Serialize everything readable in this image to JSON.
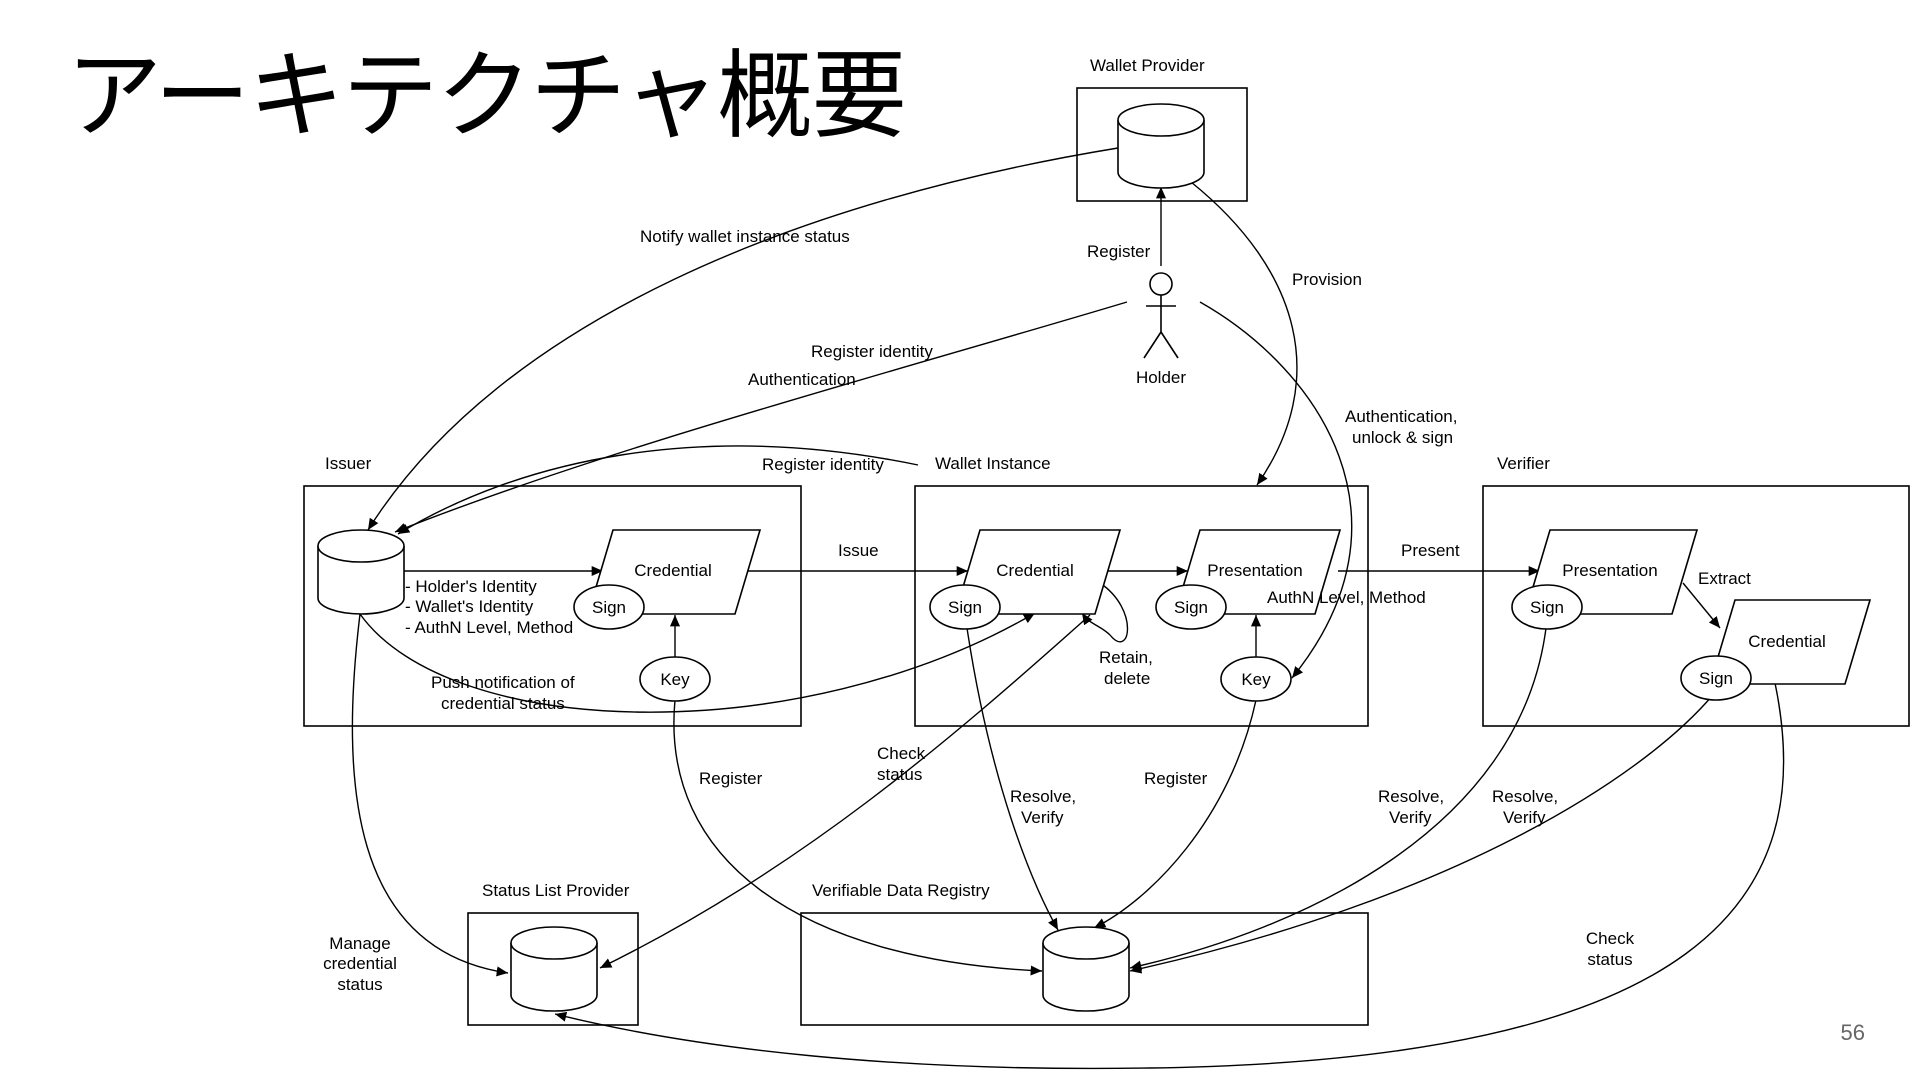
{
  "slide": {
    "title": "アーキテクチャ概要",
    "page_number": "56"
  },
  "containers": {
    "wallet_provider": "Wallet Provider",
    "issuer": "Issuer",
    "wallet_instance": "Wallet Instance",
    "verifier": "Verifier",
    "status_list_provider": "Status List Provider",
    "verifiable_data_registry": "Verifiable Data Registry"
  },
  "actor": {
    "holder": "Holder"
  },
  "nodes": {
    "credential": "Credential",
    "presentation": "Presentation",
    "sign": "Sign",
    "key": "Key"
  },
  "issuer_attributes": [
    "- Holder's Identity",
    "- Wallet's Identity",
    "- AuthN Level, Method"
  ],
  "edge_labels": {
    "notify_wallet_instance_status": "Notify wallet instance status",
    "register": "Register",
    "provision": "Provision",
    "register_identity": "Register identity",
    "authentication": "Authentication",
    "authentication_unlock_sign_1": "Authentication,",
    "authentication_unlock_sign_2": "unlock & sign",
    "issue": "Issue",
    "present": "Present",
    "extract": "Extract",
    "authn_level_method": "AuthN Level, Method",
    "retain_delete_1": "Retain,",
    "retain_delete_2": "delete",
    "push_notification_1": "Push notification of",
    "push_notification_2": "credential status",
    "check_status_1": "Check",
    "check_status_2": "status",
    "resolve_verify_1": "Resolve,",
    "resolve_verify_2": "Verify",
    "manage_credential_status_1": "Manage",
    "manage_credential_status_2": "credential",
    "manage_credential_status_3": "status"
  }
}
